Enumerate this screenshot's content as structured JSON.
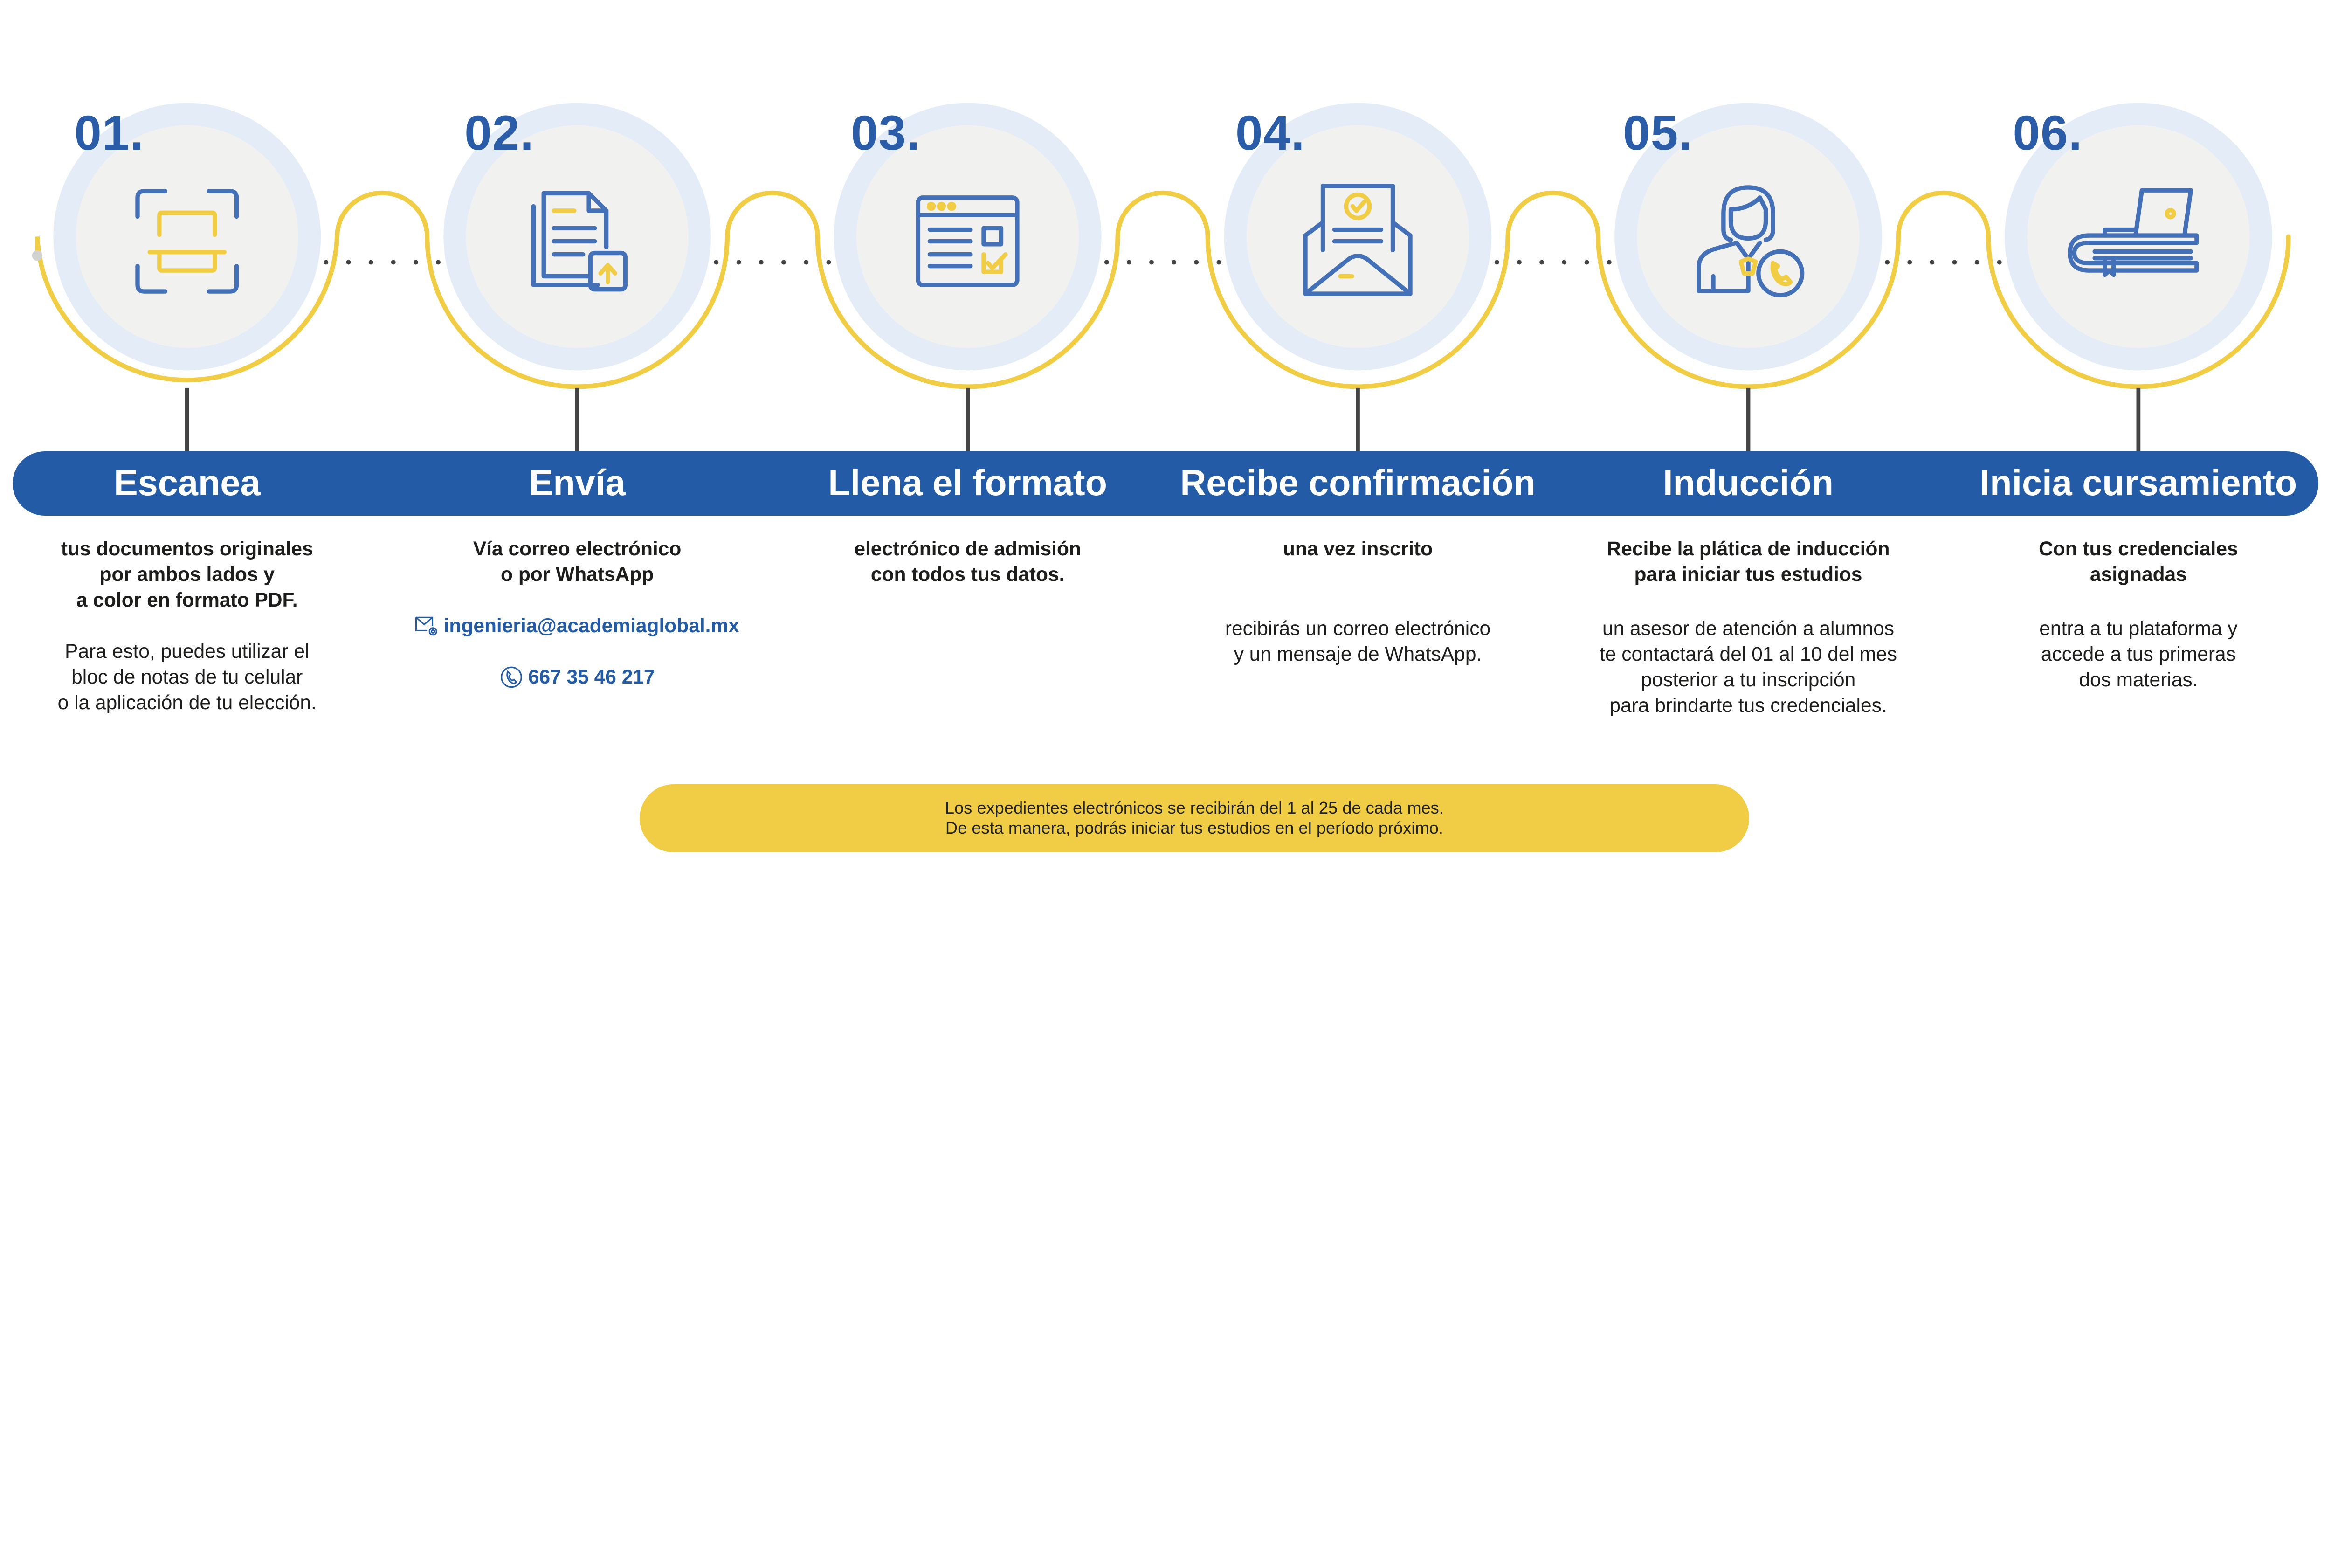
{
  "colors": {
    "primary_blue": "#245ba6",
    "number_blue": "#2a5ca8",
    "icon_blue": "#4470b8",
    "accent_yellow": "#f0cd44",
    "circle_outer": "#e4edf7",
    "circle_inner": "#f1f1ef",
    "connector": "#444444"
  },
  "steps": [
    {
      "number": "01.",
      "title": "Escanea",
      "icon": "scan-document-icon",
      "lead": [
        "tus documentos originales",
        "por ambos lados y",
        "a color  en formato PDF."
      ],
      "body": [
        "Para esto, puedes utilizar el",
        "bloc de notas de tu celular",
        "o la aplicación de tu elección."
      ]
    },
    {
      "number": "02.",
      "title": "Envía",
      "icon": "upload-documents-icon",
      "lead": [
        "Vía correo electrónico",
        "o por WhatsApp"
      ],
      "email": "ingenieria@academiaglobal.mx",
      "phone": "667 35 46 217"
    },
    {
      "number": "03.",
      "title": "Llena el formato",
      "icon": "web-form-icon",
      "lead": [
        "electrónico de admisión",
        "con todos tus datos."
      ]
    },
    {
      "number": "04.",
      "title": "Recibe confirmación",
      "icon": "confirmation-mail-icon",
      "lead": [
        "una vez inscrito"
      ],
      "body": [
        "recibirás un correo electrónico",
        "y un mensaje de WhatsApp."
      ]
    },
    {
      "number": "05.",
      "title": "Inducción",
      "icon": "advisor-phone-icon",
      "lead": [
        "Recibe la plática de inducción",
        "para iniciar tus estudios"
      ],
      "body": [
        "un asesor de atención a alumnos",
        "te contactará del 01 al 10 del mes",
        "posterior a tu inscripción",
        "para brindarte tus credenciales."
      ]
    },
    {
      "number": "06.",
      "title": "Inicia cursamiento",
      "icon": "books-laptop-icon",
      "lead": [
        "Con tus credenciales",
        "asignadas"
      ],
      "body": [
        "entra a tu plataforma y",
        "accede a tus primeras",
        "dos materias."
      ]
    }
  ],
  "notice": {
    "lines": [
      "Los expedientes electrónicos se recibirán del 1 al 25 de cada mes.",
      "De esta manera, podrás iniciar tus estudios en el período próximo."
    ]
  }
}
